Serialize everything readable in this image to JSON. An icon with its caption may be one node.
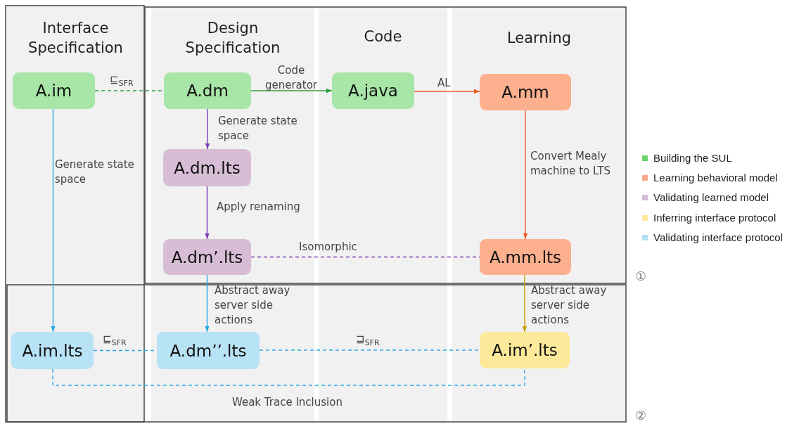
{
  "diagram": {
    "nodes": [
      {
        "text": [
          "Interface Specification"
        ]
      },
      {
        "text": [
          "Design Specification"
        ]
      },
      {
        "text": [
          "Code"
        ]
      },
      {
        "text": [
          "Learning"
        ]
      },
      {
        "text": [
          "A.im"
        ],
        "in": 0
      },
      {
        "text": [
          "A.dm"
        ],
        "in": 1
      },
      {
        "text": [
          "A.java"
        ],
        "in": 2
      },
      {
        "text": [
          "A.mm"
        ],
        "in": 3
      },
      {
        "text": [
          "A.dm.lts"
        ],
        "in": 1
      },
      {
        "text": [
          "A.dm’.lts"
        ],
        "in": 1
      },
      {
        "text": [
          "A.mm.lts"
        ],
        "in": 3
      },
      {
        "text": [
          "A.im.lts"
        ],
        "in": 0
      },
      {
        "text": [
          "A.dm’’.lts"
        ],
        "in": 1
      },
      {
        "text": [
          "A.im’.lts"
        ],
        "in": 3
      }
    ],
    "edges": [
      {
        "from": 4,
        "to": 5,
        "arrow": "none",
        "label": "⊑$_{SFR}$",
        "style": "dashed",
        "color": "#2e9e3a"
      },
      {
        "from": 5,
        "to": 6,
        "arrow": "to",
        "label": "Code generator",
        "color": "#2e9e3a"
      },
      {
        "from": 6,
        "to": 7,
        "arrow": "to",
        "label": "AL",
        "color": "#f0561f"
      },
      {
        "from": 5,
        "to": 8,
        "arrow": "to",
        "label": "Generate state space",
        "color": "#7b3fb5"
      },
      {
        "from": 4,
        "to": 11,
        "arrow": "to",
        "label": "Generate state space",
        "color": "#29a8e8"
      },
      {
        "from": 8,
        "to": 9,
        "arrow": "to",
        "label": "Apply renaming",
        "color": "#7b3fb5"
      },
      {
        "from": 7,
        "to": 10,
        "arrow": "to",
        "label": "Convert Mealy machine to LTS",
        "color": "#f0561f"
      },
      {
        "from": 9,
        "to": 10,
        "arrow": "none",
        "label": "Isomorphic",
        "style": "dashed",
        "color": "#7b3fb5"
      },
      {
        "from": 9,
        "to": 12,
        "arrow": "to",
        "label": "Abstract away server side actions",
        "color": "#29a8e8"
      },
      {
        "from": 10,
        "to": 13,
        "arrow": "to",
        "label": "Abstract away server side actions",
        "color": "#c8a000"
      },
      {
        "from": 11,
        "to": 12,
        "arrow": "none",
        "label": "⊑$_{SFR}$",
        "style": "dashed",
        "color": "#29a8e8"
      },
      {
        "from": 12,
        "to": 13,
        "arrow": "none",
        "label": "⊒$_{SFR}$",
        "style": "dashed",
        "color": "#29a8e8"
      },
      {
        "from": 11,
        "to": 13,
        "arrow": "none",
        "label": "Weak Trace Inclusion",
        "style": "dashed",
        "color": "#29a8e8"
      }
    ],
    "labels": [
      "①",
      "②"
    ],
    "legend": [
      {
        "text": "Building the SUL",
        "color": "#6cd36c"
      },
      {
        "text": "Learning behavioral model",
        "color": "#f9a98a"
      },
      {
        "text": "Validating learned model",
        "color": "#d6bcd8"
      },
      {
        "text": "Inferring interface protocol",
        "color": "#fde99a"
      },
      {
        "text": "Validating interface protocol",
        "color": "#b3e0f5"
      }
    ]
  }
}
